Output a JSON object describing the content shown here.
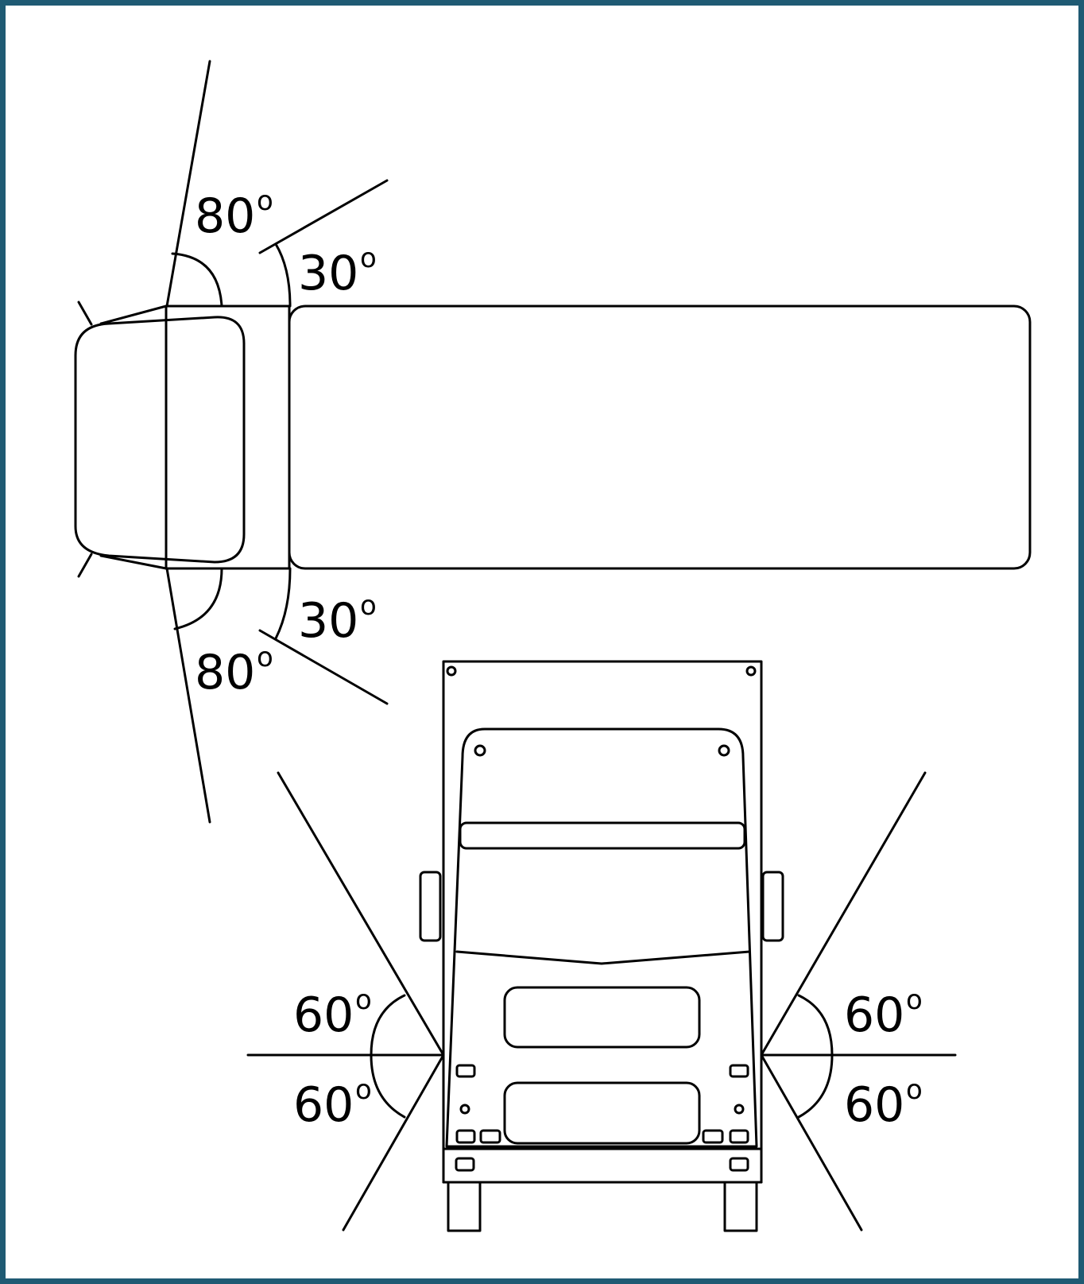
{
  "colors": {
    "frame": "#1f5a73",
    "line": "#000000",
    "background": "#ffffff"
  },
  "top_view": {
    "upper_outer": {
      "value": "80",
      "unit": "o"
    },
    "upper_inner": {
      "value": "30",
      "unit": "o"
    },
    "lower_inner": {
      "value": "30",
      "unit": "o"
    },
    "lower_outer": {
      "value": "80",
      "unit": "o"
    }
  },
  "front_view": {
    "left_upper": {
      "value": "60",
      "unit": "o"
    },
    "left_lower": {
      "value": "60",
      "unit": "o"
    },
    "right_upper": {
      "value": "60",
      "unit": "o"
    },
    "right_lower": {
      "value": "60",
      "unit": "o"
    }
  }
}
